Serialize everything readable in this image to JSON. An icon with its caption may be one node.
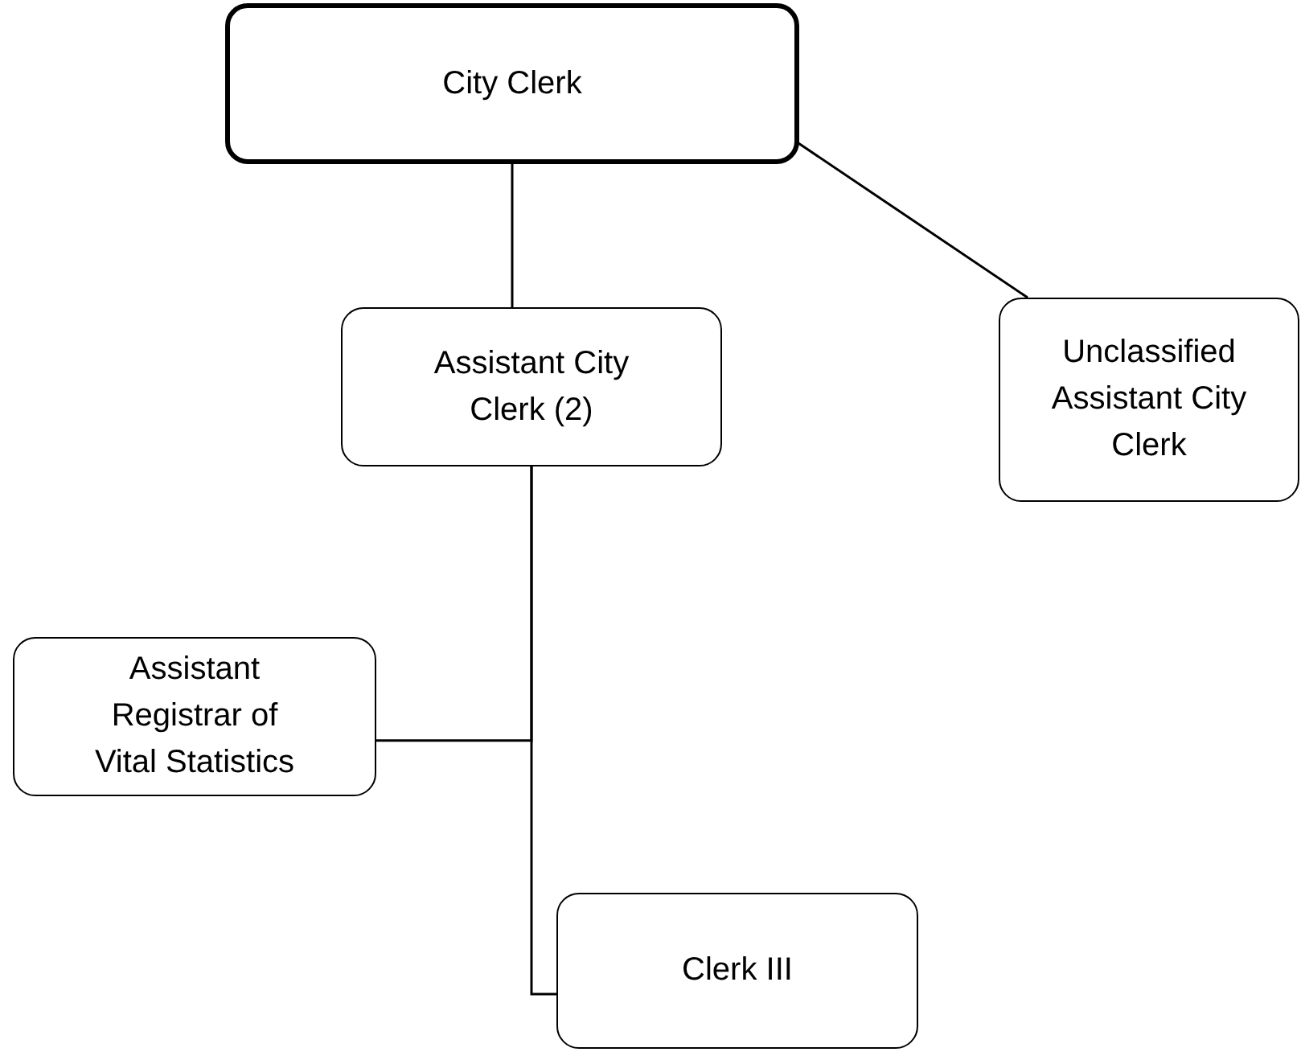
{
  "diagram": {
    "nodes": [
      {
        "text": [
          "City Clerk"
        ]
      },
      {
        "text": [
          "Assistant City Clerk (2)"
        ]
      },
      {
        "text": [
          "Unclassified Assistant City Clerk"
        ]
      },
      {
        "text": [
          "Assistant Registrar of Vital Statistics"
        ]
      },
      {
        "text": [
          "Clerk III"
        ]
      }
    ],
    "edges": [
      {
        "from": 0,
        "to": 1,
        "arrow": "none"
      },
      {
        "from": 0,
        "to": 2,
        "arrow": "none"
      },
      {
        "from": 1,
        "to": 3,
        "arrow": "none"
      },
      {
        "from": 1,
        "to": 4,
        "arrow": "none"
      }
    ]
  }
}
